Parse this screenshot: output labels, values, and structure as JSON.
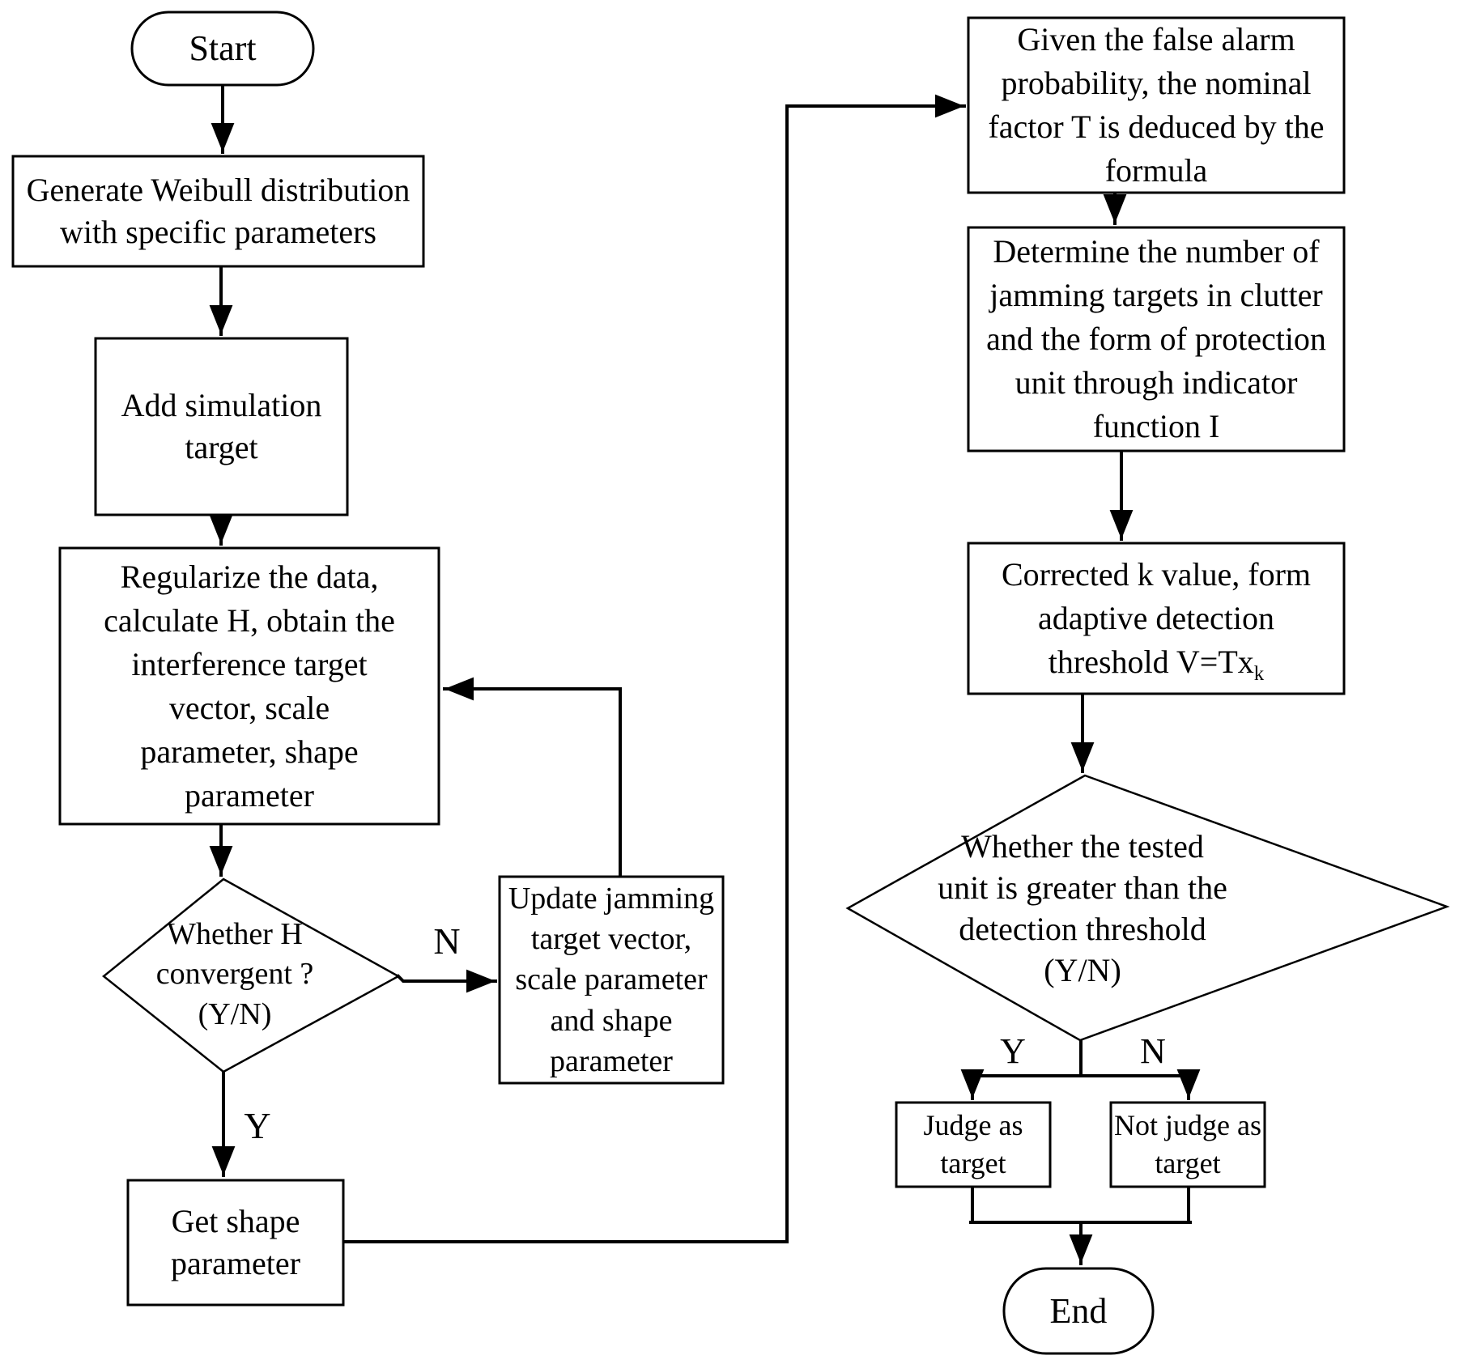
{
  "figure": {
    "kind": "flowchart",
    "colors": {
      "line": "#000000",
      "fill": "#ffffff",
      "text": "#000000"
    }
  },
  "nodes": {
    "start": {
      "shape": "stadium",
      "label": "Start"
    },
    "generate": {
      "shape": "process",
      "label": [
        "Generate Weibull distribution",
        "with specific parameters"
      ]
    },
    "add_target": {
      "shape": "process",
      "label": [
        "Add simulation",
        "target"
      ]
    },
    "regularize": {
      "shape": "process",
      "label": [
        "Regularize the data,",
        "calculate H, obtain the",
        "interference target",
        "vector, scale",
        "parameter, shape",
        "parameter"
      ]
    },
    "h_convergent": {
      "shape": "decision",
      "label": [
        "Whether H",
        "convergent ?",
        "(Y/N)"
      ]
    },
    "update": {
      "shape": "process",
      "label": [
        "Update jamming",
        "target vector,",
        "scale parameter",
        "and shape",
        "parameter"
      ]
    },
    "get_shape": {
      "shape": "process",
      "label": [
        "Get shape",
        "parameter"
      ]
    },
    "nominal": {
      "shape": "process",
      "label": [
        "Given the false alarm",
        "probability, the nominal",
        "factor T is deduced by the",
        "formula"
      ]
    },
    "determine": {
      "shape": "process",
      "label": [
        "Determine the number of",
        "jamming targets in clutter",
        "and the form of protection",
        "unit through indicator",
        "function I"
      ]
    },
    "corrected": {
      "shape": "process",
      "label": [
        "Corrected k value, form",
        "adaptive detection",
        "threshold V=Tx"
      ],
      "subscript": "k"
    },
    "threshold": {
      "shape": "decision",
      "label": [
        "Whether the tested",
        "unit is greater than the",
        "detection threshold",
        "(Y/N)"
      ]
    },
    "judge": {
      "shape": "process",
      "label": [
        "Judge as",
        "target"
      ]
    },
    "not_judge": {
      "shape": "process",
      "label": [
        "Not judge as",
        "target"
      ]
    },
    "end": {
      "shape": "stadium",
      "label": "End"
    }
  },
  "edge_labels": {
    "h_no": "N",
    "h_yes": "Y",
    "t_yes": "Y",
    "t_no": "N"
  }
}
